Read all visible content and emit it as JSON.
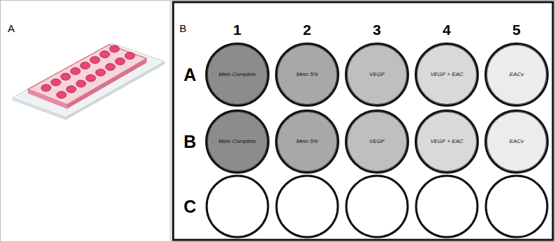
{
  "diagram": {
    "nodes": [
      {
        "text": [
          "Meio Completo"
        ]
      },
      {
        "text": [
          "Meio 5%"
        ]
      },
      {
        "text": [
          "VEGF"
        ]
      },
      {
        "text": [
          "VEGF + EAC"
        ]
      },
      {
        "text": [
          "EACv"
        ]
      },
      {
        "text": [
          "Meio Completo"
        ]
      },
      {
        "text": [
          "Meio 5%"
        ]
      },
      {
        "text": [
          "VEGF"
        ]
      },
      {
        "text": [
          "VEGF + EAC"
        ]
      },
      {
        "text": [
          "EACv"
        ]
      }
    ],
    "labels": [
      "A",
      "B",
      "1",
      "2",
      "3",
      "4",
      "5",
      "A",
      "B",
      "C"
    ]
  }
}
